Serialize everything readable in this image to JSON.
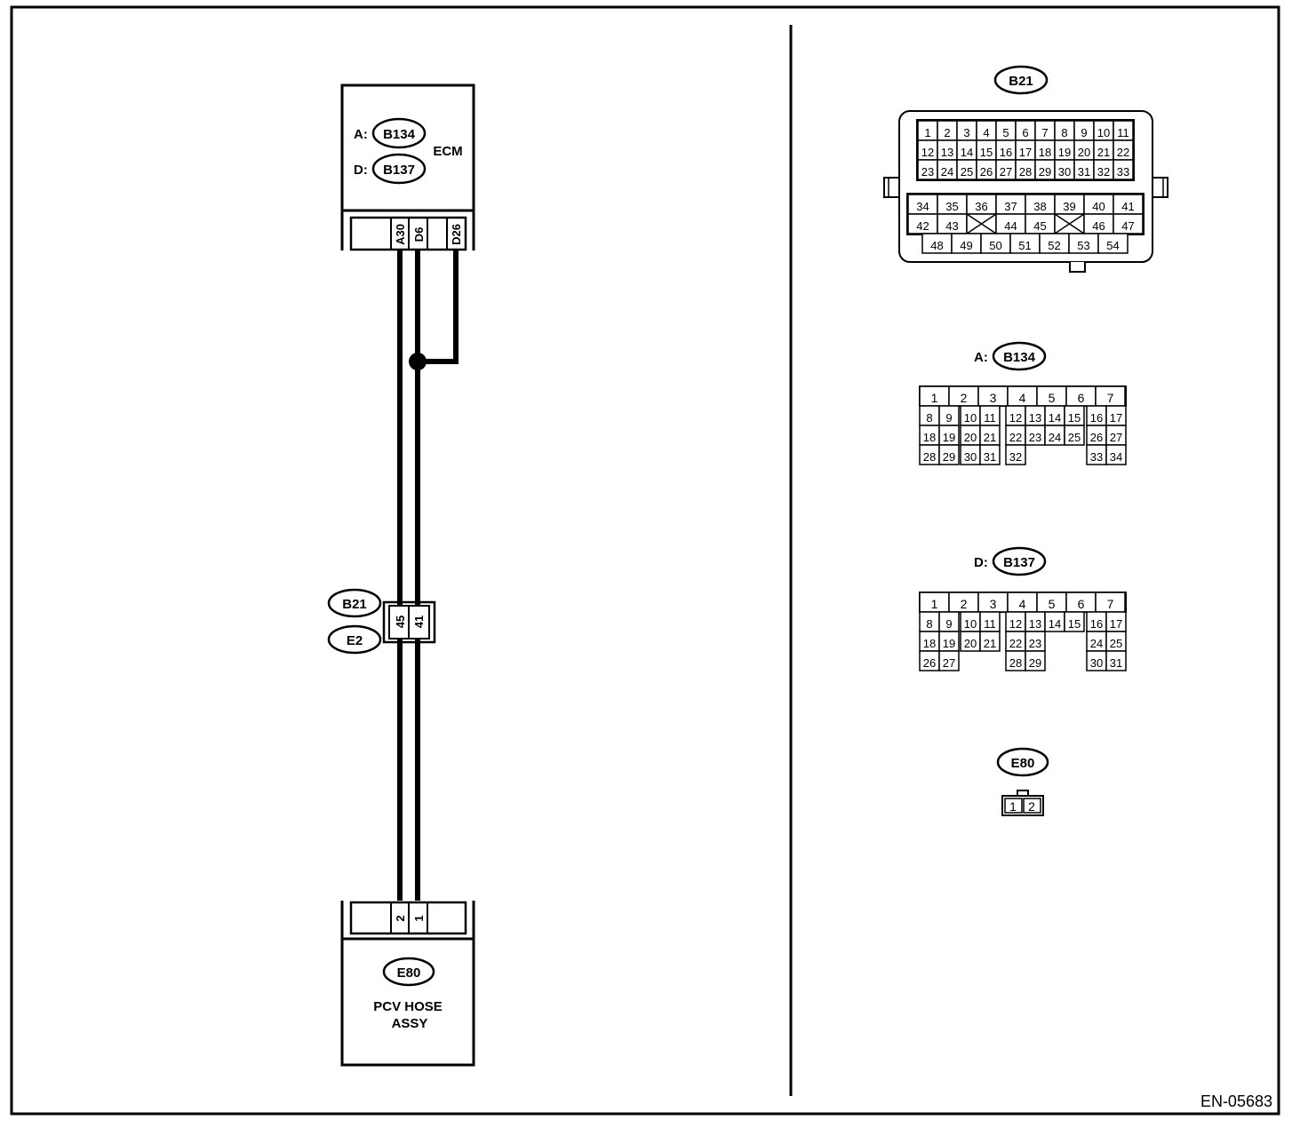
{
  "diagram_id": "EN-05683",
  "ecm": {
    "label": "ECM",
    "connectors": [
      {
        "prefix": "A:",
        "badge": "B134"
      },
      {
        "prefix": "D:",
        "badge": "B137"
      }
    ],
    "terminals": [
      "A30",
      "D6",
      "D26"
    ]
  },
  "joint": {
    "badges": [
      "B21",
      "E2"
    ],
    "terminals": [
      "45",
      "41"
    ]
  },
  "pcv": {
    "badge": "E80",
    "label_line1": "PCV HOSE",
    "label_line2": "ASSY",
    "terminals": [
      "2",
      "1"
    ]
  },
  "connector_views": {
    "b21": {
      "badge": "B21",
      "rows_top": [
        [
          "1",
          "2",
          "3",
          "4",
          "5",
          "6",
          "7",
          "8",
          "9",
          "10",
          "11"
        ],
        [
          "12",
          "13",
          "14",
          "15",
          "16",
          "17",
          "18",
          "19",
          "20",
          "21",
          "22"
        ],
        [
          "23",
          "24",
          "25",
          "26",
          "27",
          "28",
          "29",
          "30",
          "31",
          "32",
          "33"
        ]
      ],
      "row_a": [
        "34",
        "35",
        "36",
        "37",
        "38",
        "39",
        "40",
        "41"
      ],
      "row_b": [
        "42",
        "43",
        "",
        "44",
        "45",
        "",
        "46",
        "47"
      ],
      "row_c": [
        "48",
        "49",
        "50",
        "51",
        "52",
        "53",
        "54"
      ]
    },
    "b134": {
      "prefix": "A:",
      "badge": "B134",
      "row0": [
        "1",
        "2",
        "3",
        "4",
        "5",
        "6",
        "7"
      ],
      "row1": [
        "8",
        "9",
        "10",
        "11",
        "12",
        "13",
        "14",
        "15",
        "16",
        "17"
      ],
      "row2": [
        "18",
        "19",
        "20",
        "21",
        "22",
        "23",
        "24",
        "25",
        "26",
        "27"
      ],
      "row3": [
        "28",
        "29",
        "30",
        "31",
        "32",
        "",
        "",
        "",
        "33",
        "34"
      ]
    },
    "b137": {
      "prefix": "D:",
      "badge": "B137",
      "row0": [
        "1",
        "2",
        "3",
        "4",
        "5",
        "6",
        "7"
      ],
      "row1": [
        "8",
        "9",
        "10",
        "11",
        "12",
        "13",
        "14",
        "15",
        "16",
        "17"
      ],
      "row2": [
        "18",
        "19",
        "20",
        "21",
        "22",
        "23",
        "",
        "",
        "24",
        "25"
      ],
      "row3": [
        "26",
        "27",
        "",
        "",
        "28",
        "29",
        "",
        "",
        "30",
        "31"
      ]
    },
    "e80": {
      "badge": "E80",
      "pins": [
        "1",
        "2"
      ]
    }
  }
}
